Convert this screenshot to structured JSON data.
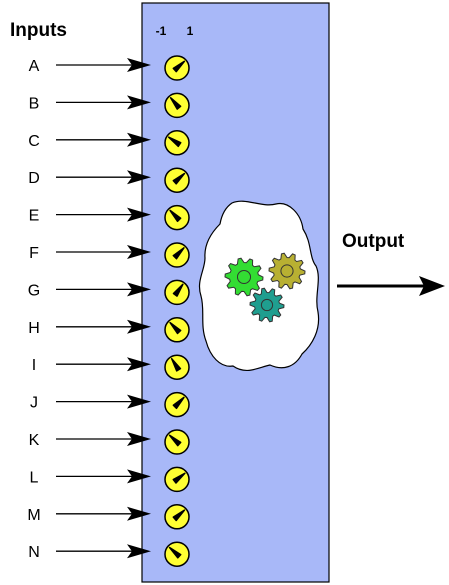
{
  "inputs_title": "Inputs",
  "output_label": "Output",
  "scale": {
    "min_label": "-1",
    "max_label": "1"
  },
  "colors": {
    "panel_fill": "#a8b8f8",
    "panel_stroke": "#000000",
    "knob_fill": "#ffff33",
    "gear_green": "#33dd33",
    "gear_olive": "#b8b032",
    "gear_teal": "#1f9e8f",
    "cloud_fill": "#ffffff"
  },
  "inputs": [
    {
      "name": "A",
      "knob": 0.6
    },
    {
      "name": "B",
      "knob": -0.5
    },
    {
      "name": "C",
      "knob": -0.7
    },
    {
      "name": "D",
      "knob": 0.6
    },
    {
      "name": "E",
      "knob": -0.55
    },
    {
      "name": "F",
      "knob": 0.55
    },
    {
      "name": "G",
      "knob": 0.45
    },
    {
      "name": "H",
      "knob": -0.55
    },
    {
      "name": "I",
      "knob": -0.4
    },
    {
      "name": "J",
      "knob": 0.55
    },
    {
      "name": "K",
      "knob": -0.6
    },
    {
      "name": "L",
      "knob": 0.65
    },
    {
      "name": "M",
      "knob": 0.6
    },
    {
      "name": "N",
      "knob": -0.6
    }
  ],
  "icons": {
    "processor": "gears-icon",
    "output_arrow": "arrow-right-icon"
  }
}
